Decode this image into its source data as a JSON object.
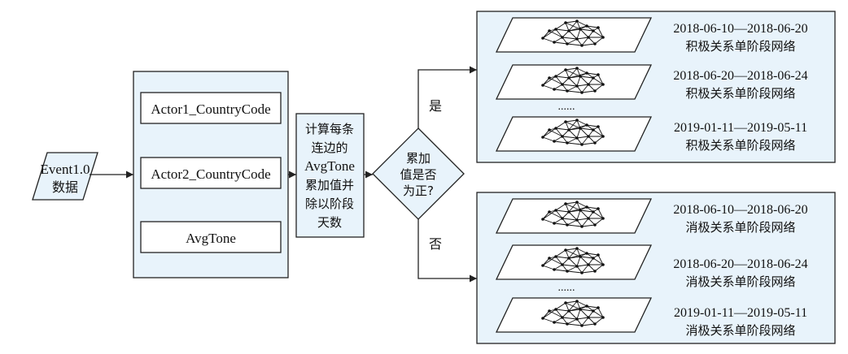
{
  "colors": {
    "panel_fill": "#e8f3fb",
    "stroke": "#222222",
    "text": "#111111"
  },
  "input": {
    "line1": "Event1.0",
    "line2": "数据"
  },
  "fields": [
    "Actor1_CountryCode",
    "Actor2_CountryCode",
    "AvgTone"
  ],
  "process": {
    "lines": [
      "计算每条",
      "连边的",
      "AvgTone",
      "累加值并",
      "除以阶段",
      "天数"
    ]
  },
  "decision": {
    "lines": [
      "累加",
      "值是否",
      "为正?"
    ]
  },
  "branch_yes": "是",
  "branch_no": "否",
  "positive": {
    "items": [
      {
        "date": "2018-06-10—2018-06-20",
        "label": "积极关系单阶段网络"
      },
      {
        "date": "2018-06-20—2018-06-24",
        "label": "积极关系单阶段网络"
      },
      {
        "date": "2019-01-11—2019-05-11",
        "label": "积极关系单阶段网络"
      }
    ],
    "ellipsis": "......"
  },
  "negative": {
    "items": [
      {
        "date": "2018-06-10—2018-06-20",
        "label": "消极关系单阶段网络"
      },
      {
        "date": "2018-06-20—2018-06-24",
        "label": "消极关系单阶段网络"
      },
      {
        "date": "2019-01-11—2019-05-11",
        "label": "消极关系单阶段网络"
      }
    ],
    "ellipsis": "......"
  }
}
